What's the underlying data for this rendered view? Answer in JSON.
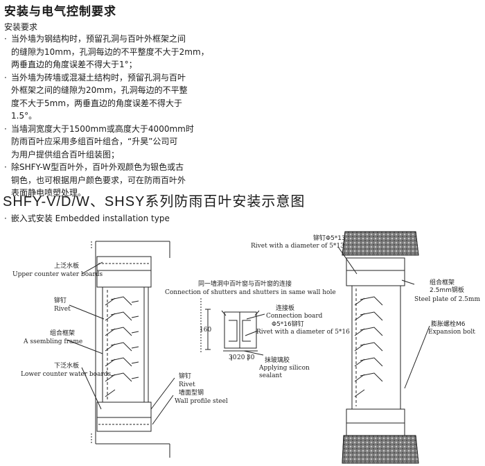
{
  "heading": "安装与电气控制要求",
  "subheading": "安装要求",
  "bullet_symbol": "·",
  "requirements": [
    [
      "当外墙为钢结构时，预留孔洞与百叶外框架之间",
      "的缝隙为10mm，孔洞每边的不平整度不大于2mm，",
      "两垂直边的角度误差不得大于1°；"
    ],
    [
      "当外墙为砖墙或混凝土结构时，预留孔洞与百叶",
      "外框架之间的缝隙为20mm，孔洞每边的不平整",
      "度不大于5mm，两垂直边的角度误差不得大于",
      "1.5°。"
    ],
    [
      "当墙洞宽度大于1500mm或高度大于4000mm时",
      "防雨百叶应采用多组百叶组合，“升昊”公司可",
      "为用户提供组合百叶组装图；"
    ],
    [
      "除SHFY-W型百叶外，百叶外观颜色为银色或古",
      "铜色，也可根据用户颜色要求，可在防雨百叶外",
      "表面静电喷塑处理。"
    ]
  ],
  "main_title": "SHFY-V/D/W、SHSY系列防雨百叶安装示意图",
  "install_type": "嵌入式安装 Embedded installation type",
  "labels": {
    "upper_cn": "上泛水板",
    "upper_en": "Upper counter water boards",
    "rivet_cn": "铆钉",
    "rivet_en": "Rivet",
    "frame_cn": "组合框架",
    "frame_en": "A ssembling frame",
    "lower_cn": "下泛水板",
    "lower_en": "Lower counter water boards",
    "rivet2_cn": "铆钉",
    "rivet2_en": "Rivet",
    "wall_cn": "墙面型钢",
    "wall_en": "Wall profile steel",
    "conn_cn": "同一墙洞中百叶窗与百叶窗的连接",
    "conn_en": "Connection of shutters and shutters in same wall hole",
    "board_cn": "连接板",
    "board_en": "Connection board",
    "rivet516_cn": "Φ5*16铆钉",
    "rivet516_en": "Rivet with a diameter of 5*16",
    "silicon_cn": "抹玻璃胶",
    "silicon_en1": "Applying silicon",
    "silicon_en2": "sealant",
    "rivet513_cn": "铆钉Φ5*13",
    "rivet513_en": "Rivet with a diameter of 5*13",
    "plate_cn1": "组合框架",
    "plate_cn2": "2.5mm钢板",
    "plate_en": "Steel plate of 2.5mm",
    "bolt_cn": "膨胀螺栓M6",
    "bolt_en": "Expansion bolt",
    "dim_160": "160",
    "dim_30a": "30",
    "dim_30b": "30",
    "dim_20": "20"
  }
}
